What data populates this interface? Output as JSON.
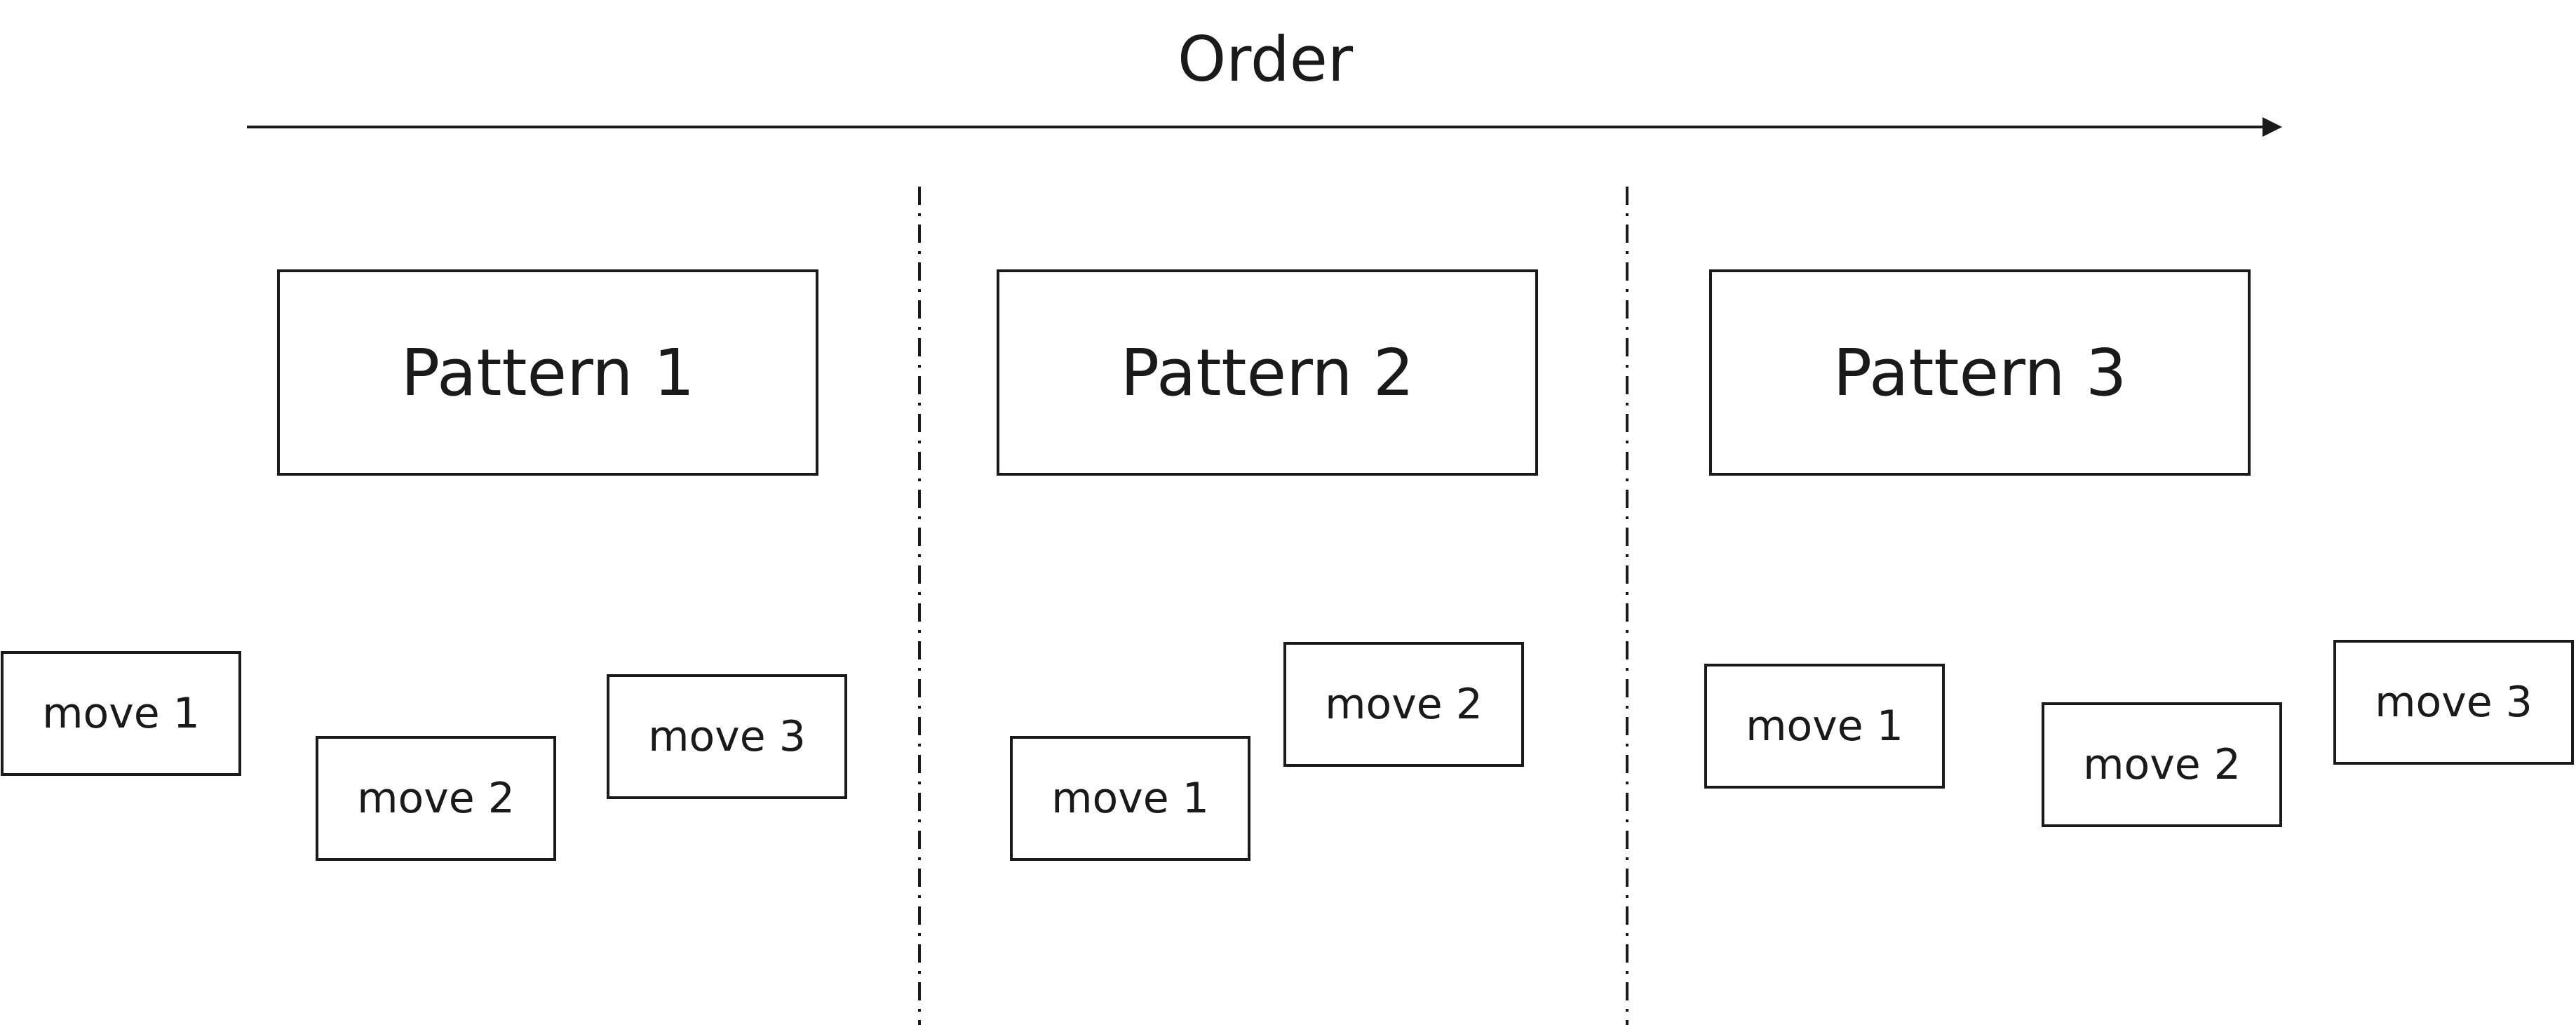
{
  "order": {
    "label": "Order"
  },
  "patterns": [
    {
      "label": "Pattern 1"
    },
    {
      "label": "Pattern 2"
    },
    {
      "label": "Pattern 3"
    }
  ],
  "moves": {
    "pattern1": [
      "move 1",
      "move 2",
      "move 3"
    ],
    "pattern2": [
      "move 1",
      "move 2"
    ],
    "pattern3": [
      "move 1",
      "move 2",
      "move 3"
    ]
  },
  "colors": {
    "stroke": "#1a1a1a",
    "background": "#ffffff"
  }
}
